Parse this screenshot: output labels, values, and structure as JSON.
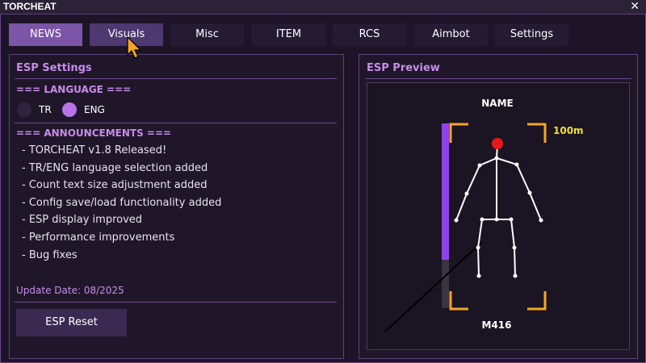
{
  "window": {
    "title": "TORCHEAT",
    "close_glyph": "✕"
  },
  "tabs": [
    {
      "label": "NEWS",
      "state": "active"
    },
    {
      "label": "Visuals",
      "state": "hover"
    },
    {
      "label": "Misc",
      "state": "normal"
    },
    {
      "label": "ITEM",
      "state": "normal"
    },
    {
      "label": "RCS",
      "state": "normal"
    },
    {
      "label": "Aimbot",
      "state": "normal"
    },
    {
      "label": "Settings",
      "state": "normal"
    }
  ],
  "esp_settings": {
    "title": "ESP Settings",
    "language_header": "=== LANGUAGE ===",
    "languages": [
      {
        "label": "TR",
        "selected": false
      },
      {
        "label": "ENG",
        "selected": true
      }
    ],
    "announcements_header": "=== ANNOUNCEMENTS ===",
    "announcements": [
      "- TORCHEAT v1.8 Released!",
      "- TR/ENG language selection added",
      "- Count text size adjustment added",
      "- Config save/load functionality added",
      "- ESP display improved",
      "- Performance improvements",
      "- Bug fixes"
    ],
    "update_date": "Update Date: 08/2025",
    "reset_button": "ESP Reset"
  },
  "esp_preview": {
    "title": "ESP Preview",
    "name_label": "NAME",
    "distance_label": "100m",
    "weapon_label": "M416",
    "health_fraction": 0.74
  },
  "colors": {
    "accent": "#c98bea",
    "tab_active": "#7c54a8",
    "box_corner": "#f5a623",
    "health_bar": "#8e44e6",
    "distance": "#f0e030",
    "head_dot": "#e81818"
  },
  "icons": {
    "close": "close-icon",
    "cursor": "mouse-cursor-icon"
  }
}
